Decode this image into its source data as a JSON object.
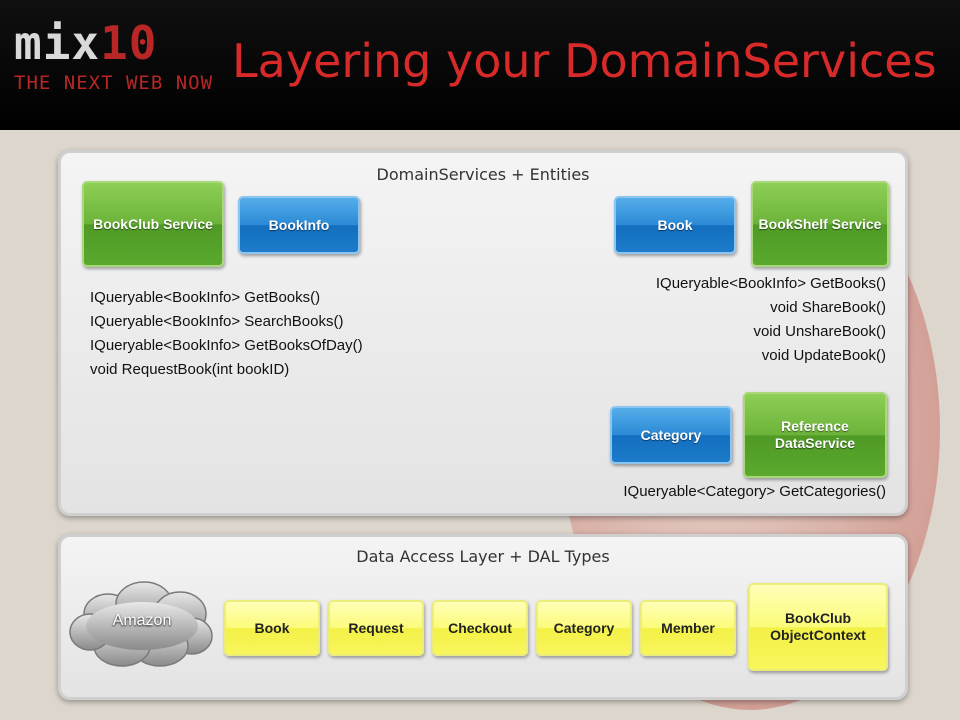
{
  "header": {
    "logo_main": "mix",
    "logo_number": "10",
    "logo_tagline": "THE NEXT WEB NOW",
    "title": "Layering your DomainServices"
  },
  "top_panel": {
    "title": "DomainServices + Entities",
    "bookclub_service": "BookClub Service",
    "bookinfo": "BookInfo",
    "book": "Book",
    "bookshelf_service": "BookShelf Service",
    "category": "Category",
    "reference_dataservice": "Reference DataService",
    "bookclub_methods": [
      "IQueryable<BookInfo> GetBooks()",
      "IQueryable<BookInfo> SearchBooks()",
      "IQueryable<BookInfo> GetBooksOfDay()",
      "void RequestBook(int bookID)"
    ],
    "bookshelf_methods": [
      "IQueryable<BookInfo> GetBooks()",
      "void ShareBook()",
      "void UnshareBook()",
      "void UpdateBook()"
    ],
    "reference_method": "IQueryable<Category> GetCategories()"
  },
  "bottom_panel": {
    "title": "Data Access Layer + DAL Types",
    "amazon": "Amazon",
    "types": [
      "Book",
      "Request",
      "Checkout",
      "Category",
      "Member"
    ],
    "object_context": "BookClub ObjectContext"
  },
  "colors": {
    "green_box": "#6cb33a",
    "blue_box": "#2b8ad6",
    "yellow_box": "#fbfb7a",
    "title_red": "#d92a2a"
  }
}
